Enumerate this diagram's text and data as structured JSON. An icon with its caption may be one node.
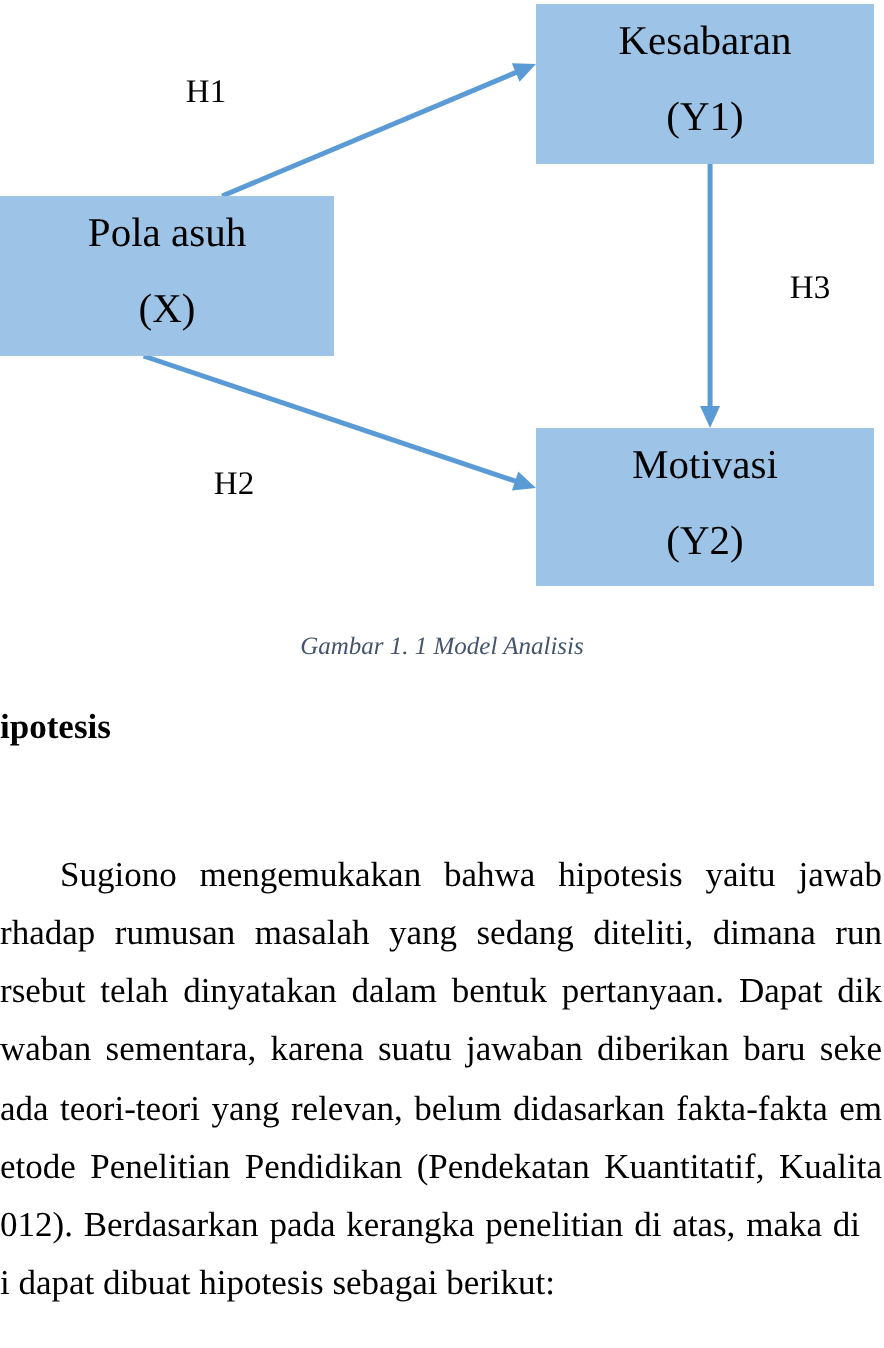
{
  "diagram": {
    "caption": "Gambar 1. 1 Model Analisis",
    "nodes": [
      {
        "text": [
          "Pola asuh",
          "(X)"
        ]
      },
      {
        "text": [
          "Kesabaran",
          "(Y1)"
        ]
      },
      {
        "text": [
          "Motivasi",
          "(Y2)"
        ]
      }
    ],
    "edges": [
      {
        "from": 0,
        "to": 1,
        "arrow": "to",
        "label": "H1"
      },
      {
        "from": 0,
        "to": 2,
        "arrow": "to",
        "label": "H2"
      },
      {
        "from": 1,
        "to": 2,
        "arrow": "to",
        "label": "H3"
      }
    ],
    "labels": [
      "ipotesis",
      "Sugiono mengemukakan bahwa hipotesis yaitu jawab",
      "rhadap rumusan masalah yang sedang diteliti, dimana run",
      "rsebut telah dinyatakan dalam bentuk pertanyaan. Dapat dik",
      "waban sementara, karena suatu jawaban diberikan baru seke",
      "ada teori-teori yang relevan, belum didasarkan fakta-fakta em",
      "etode Penelitian Pendidikan (Pendekatan Kuantitatif, Kualita",
      "012). Berdasarkan pada kerangka penelitian di atas, maka di",
      "i dapat dibuat hipotesis sebagai berikut:"
    ]
  }
}
